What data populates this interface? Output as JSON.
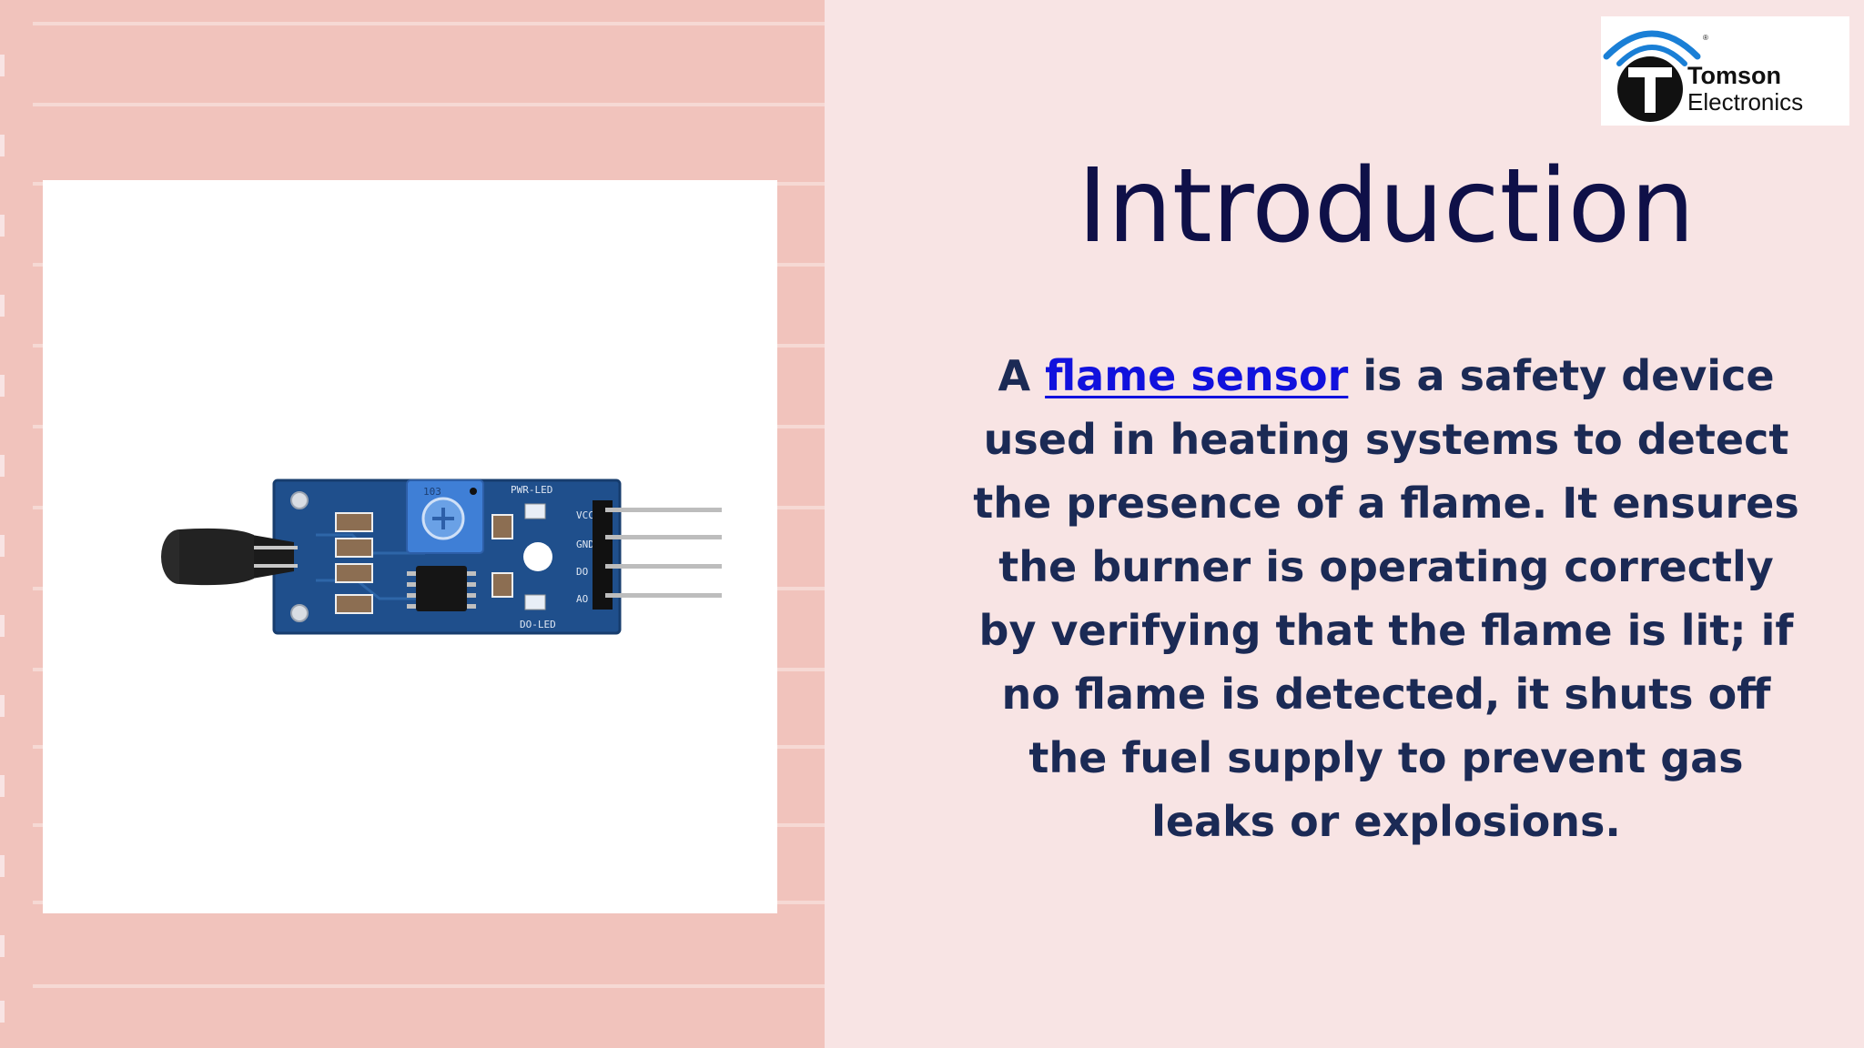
{
  "slide": {
    "title": "Introduction",
    "body": {
      "prefix": "A ",
      "link_text": "flame sensor",
      "suffix": " is a safety device used in heating systems to detect the presence of a flame. It ensures the burner is operating correctly by verifying that the flame is lit; if no flame is detected, it shuts off the fuel supply to prevent gas leaks or explosions."
    }
  },
  "logo": {
    "brand": "Tomson",
    "sub": "Electronics",
    "icon": "tomson-t-wifi-logo-icon"
  },
  "image": {
    "subject": "flame-sensor-module-image",
    "board_labels": {
      "pwr_led": "PWR-LED",
      "do_led": "DO-LED",
      "pins": [
        "VCC",
        "GND",
        "DO",
        "AO"
      ],
      "pot_marking": "103"
    }
  },
  "colors": {
    "left_panel": "#f1c3bc",
    "right_panel": "#f8e4e4",
    "title": "#0f1048",
    "body": "#1b2a55",
    "link": "#1111dd",
    "pcb": "#1f4f8c"
  }
}
